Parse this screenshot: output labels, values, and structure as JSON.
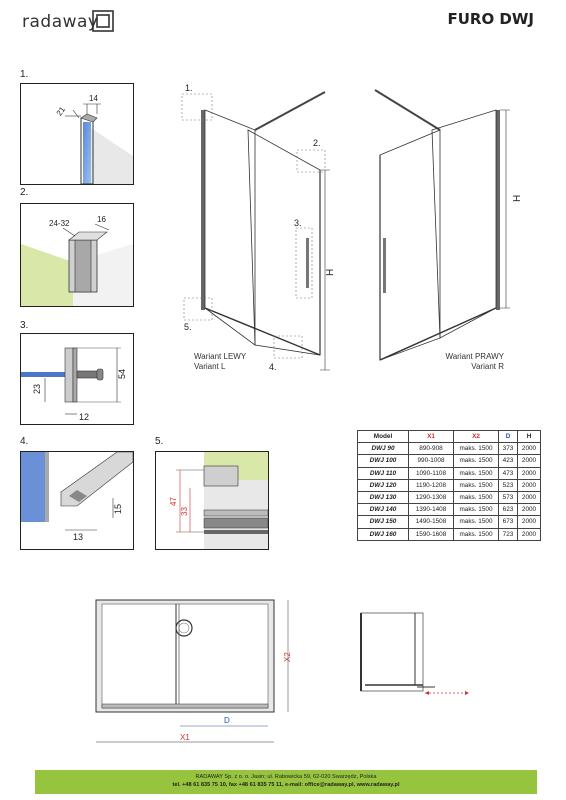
{
  "brand": {
    "name": "radaway"
  },
  "product": {
    "title": "FURO DWJ"
  },
  "steps": [
    {
      "label": "1.",
      "dims": [
        "14",
        "21"
      ]
    },
    {
      "label": "2.",
      "dims": [
        "24-32",
        "16"
      ]
    },
    {
      "label": "3.",
      "dims": [
        "23",
        "54",
        "12"
      ]
    },
    {
      "label": "4.",
      "dims": [
        "15",
        "13"
      ]
    },
    {
      "label": "5.",
      "dims": [
        "47",
        "33"
      ]
    }
  ],
  "main_drawing": {
    "callouts": [
      "1.",
      "2.",
      "3.",
      "4.",
      "5."
    ],
    "dim_h": "H",
    "variant_left": [
      "Wariant LEWY",
      "Variant L"
    ],
    "variant_right": [
      "Wariant PRAWY",
      "Variant R"
    ]
  },
  "table": {
    "headers": [
      "Model",
      "X1",
      "X2",
      "D",
      "H"
    ],
    "rows": [
      [
        "DWJ 90",
        "890-908",
        "maks. 1500",
        "373",
        "2000"
      ],
      [
        "DWJ 100",
        "990-1008",
        "maks. 1500",
        "423",
        "2000"
      ],
      [
        "DWJ 110",
        "1090-1108",
        "maks. 1500",
        "473",
        "2000"
      ],
      [
        "DWJ 120",
        "1190-1208",
        "maks. 1500",
        "523",
        "2000"
      ],
      [
        "DWJ 130",
        "1290-1308",
        "maks. 1500",
        "573",
        "2000"
      ],
      [
        "DWJ 140",
        "1390-1408",
        "maks. 1500",
        "623",
        "2000"
      ],
      [
        "DWJ 150",
        "1490-1508",
        "maks. 1500",
        "673",
        "2000"
      ],
      [
        "DWJ 160",
        "1590-1608",
        "maks. 1500",
        "723",
        "2000"
      ]
    ]
  },
  "plan": {
    "dim_x2": "X2",
    "dim_d": "D",
    "dim_x1": "X1"
  },
  "footer": {
    "line1": "RADAWAY Sp. z o. o. Jasin; ul. Rabowicka 59, 62-020 Swarzędz, Polska",
    "line2": "tel. +48 61 835 75 10, fax +48 61 835 75 11, e-mail: office@radaway.pl, www.radaway.pl"
  },
  "colors": {
    "accent_green": "#96c43f",
    "glass_blue": "#4a78c8",
    "wall_green": "#d9e8a8",
    "dim_red": "#d43030"
  }
}
